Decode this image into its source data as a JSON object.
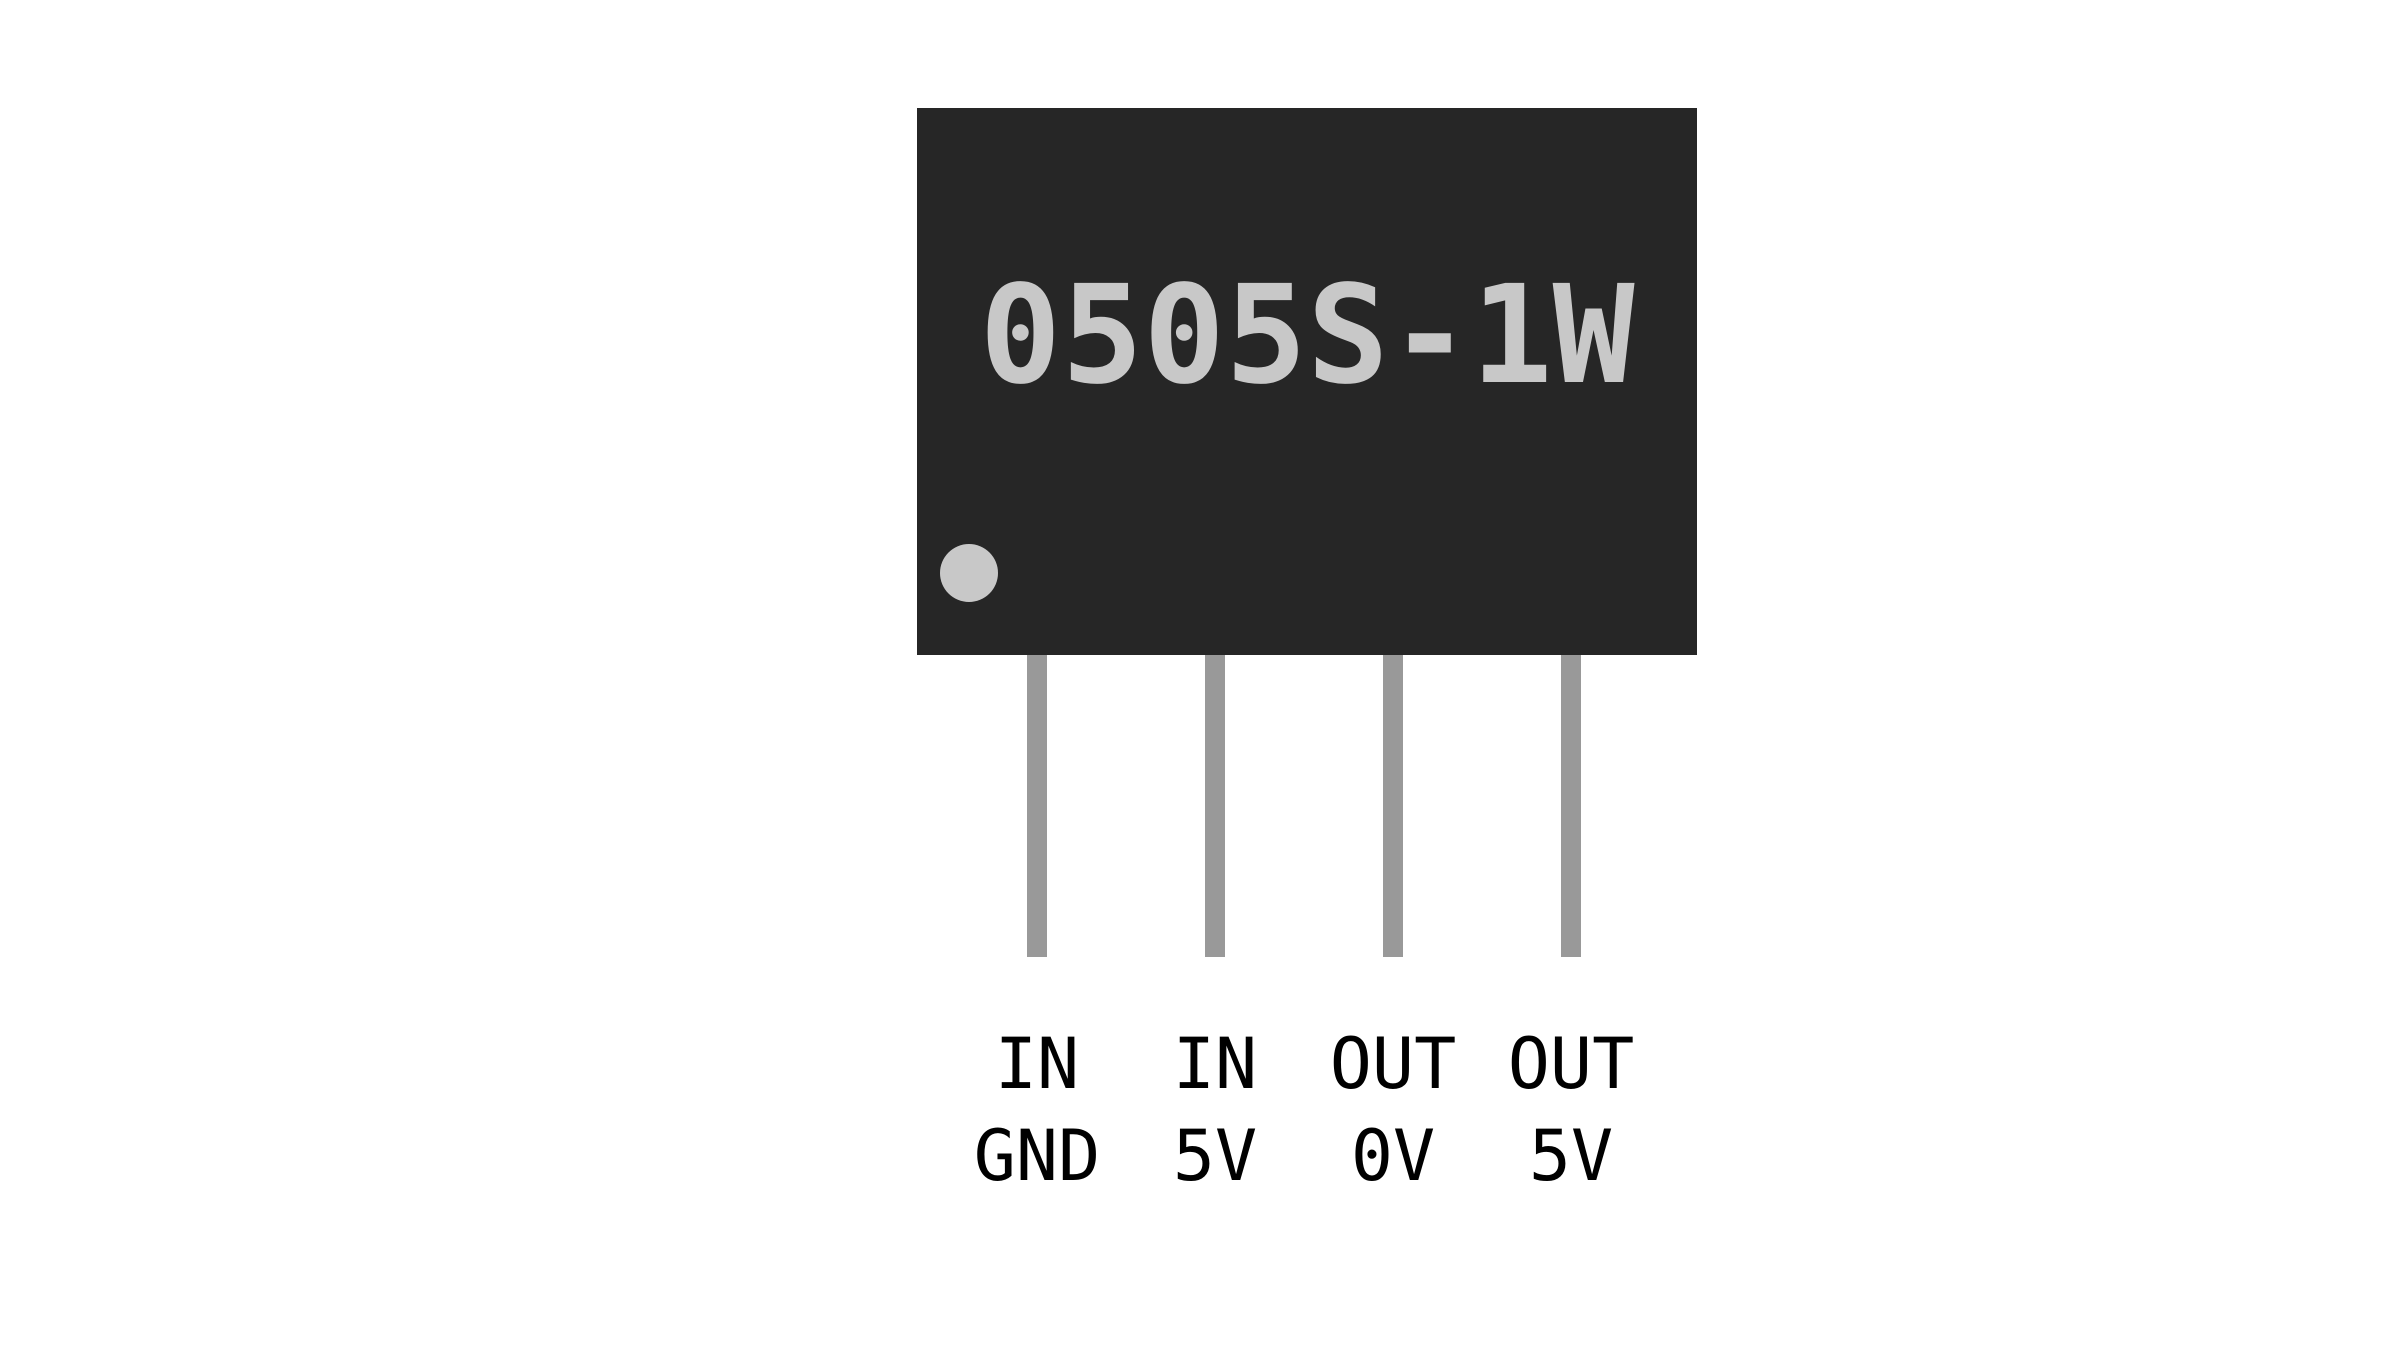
{
  "component": {
    "part_number": "0505S-1W",
    "body_color": "#262626",
    "marking_color": "#c8c8c8",
    "pin_color": "#999999",
    "pin1_marker": "dot"
  },
  "pins": [
    {
      "line1": "IN",
      "line2": "GND"
    },
    {
      "line1": "IN",
      "line2": "5V"
    },
    {
      "line1": "OUT",
      "line2": "0V"
    },
    {
      "line1": "OUT",
      "line2": "5V"
    }
  ]
}
